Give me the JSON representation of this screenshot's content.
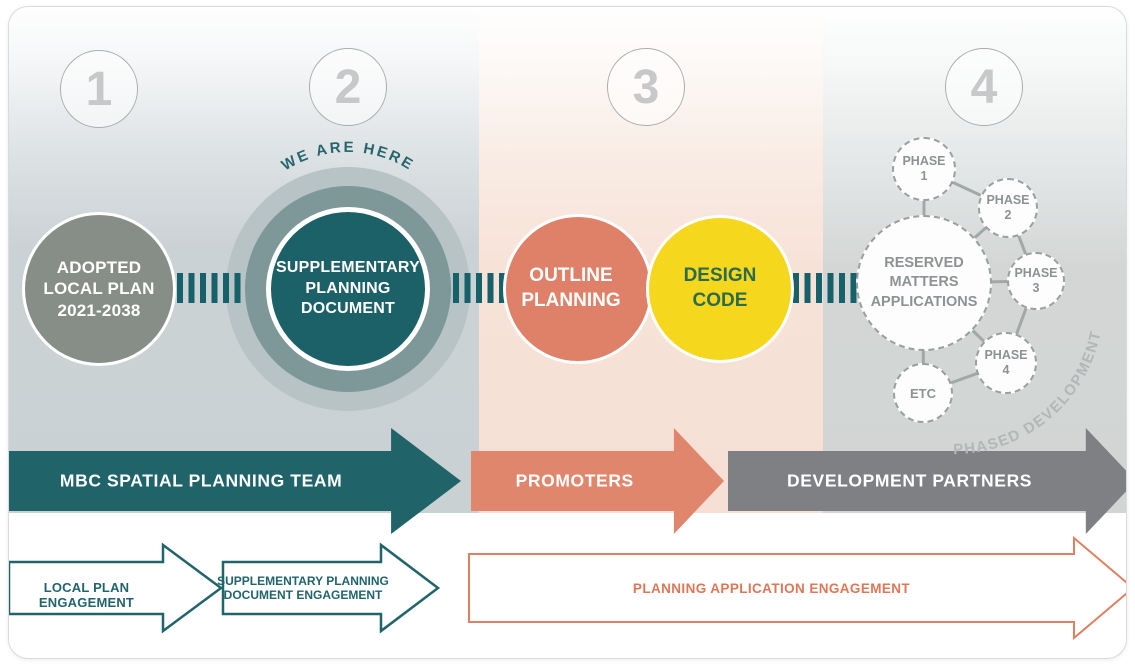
{
  "stage1": {
    "number": "1",
    "circle_line1": "ADOPTED",
    "circle_line2": "LOCAL PLAN",
    "circle_line3": "2021-2038"
  },
  "stage2": {
    "number": "2",
    "marker": "WE ARE HERE",
    "circle_line1": "SUPPLEMENTARY",
    "circle_line2": "PLANNING",
    "circle_line3": "DOCUMENT"
  },
  "stage3": {
    "number": "3",
    "outline_circle_line1": "OUTLINE",
    "outline_circle_line2": "PLANNING",
    "design_circle_line1": "DESIGN",
    "design_circle_line2": "CODE"
  },
  "stage4": {
    "number": "4",
    "reserved_line1": "RESERVED",
    "reserved_line2": "MATTERS",
    "reserved_line3": "APPLICATIONS",
    "phase1_line1": "PHASE",
    "phase1_line2": "1",
    "phase2_line1": "PHASE",
    "phase2_line2": "2",
    "phase3_line1": "PHASE",
    "phase3_line2": "3",
    "phase4_line1": "PHASE",
    "phase4_line2": "4",
    "etc_label": "ETC",
    "arc_label": "PHASED DEVELOPMENT"
  },
  "actor_arrows": {
    "mbc": "MBC SPATIAL PLANNING TEAM",
    "promoters": "PROMOTERS",
    "partners": "DEVELOPMENT PARTNERS"
  },
  "engagement_arrows": {
    "local_plan": "LOCAL PLAN ENGAGEMENT",
    "spd_line1": "SUPPLEMENTARY PLANNING",
    "spd_line2": "DOCUMENT ENGAGEMENT",
    "planning_application": "PLANNING APPLICATION ENGAGEMENT"
  },
  "colors": {
    "teal": "#1d6168",
    "salmon": "#de8168",
    "yellow": "#f5d71e",
    "gray_arrow": "#7e8083",
    "stage1_gray": "#878e87",
    "design_text_green": "#2c6b4d"
  }
}
